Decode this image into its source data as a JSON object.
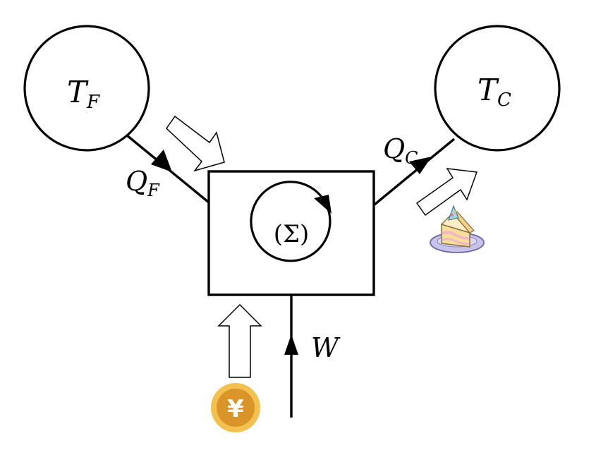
{
  "diagram": {
    "hot_reservoir": {
      "symbol": "T",
      "subscript": "F"
    },
    "cold_reservoir": {
      "symbol": "T",
      "subscript": "C"
    },
    "heat_in": {
      "symbol": "Q",
      "subscript": "F"
    },
    "heat_out": {
      "symbol": "Q",
      "subscript": "C"
    },
    "system": {
      "label": "(Σ)"
    },
    "work": {
      "symbol": "W"
    },
    "coin": {
      "glyph": "¥"
    }
  },
  "colors": {
    "stroke": "#000000",
    "coin_outer": "#f2c14e",
    "coin_inner": "#d9952a",
    "coin_glyph": "#ffffff",
    "cake_sponge": "#f6df9a",
    "cake_cream": "#f3b6c4",
    "plate": "#c8c3e8"
  }
}
